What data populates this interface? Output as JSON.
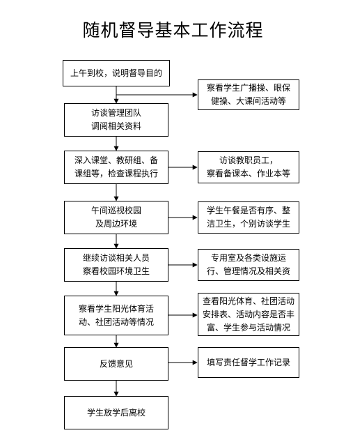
{
  "title": "随机督导基本工作流程",
  "main_steps": [
    {
      "lines": [
        "上午到校，说明督导目的"
      ]
    },
    {
      "lines": [
        "访谈管理团队",
        "调阅相关资料"
      ]
    },
    {
      "lines": [
        "深入课堂、教研组、备",
        "课组等，检查课程执行"
      ]
    },
    {
      "lines": [
        "午间巡视校园",
        "及周边环境"
      ]
    },
    {
      "lines": [
        "继续访谈相关人员",
        "察看校园环境卫生"
      ]
    },
    {
      "lines": [
        "察看学生阳光体育活",
        "动、社团活动等情况"
      ]
    },
    {
      "lines": [
        "反馈意见"
      ]
    },
    {
      "lines": [
        "学生放学后离校"
      ]
    }
  ],
  "side_notes": [
    {
      "lines": [
        "察看学生广播操、眼保",
        "健操、大课间活动等"
      ]
    },
    {
      "lines": [
        "访谈教职员工，",
        "察看备课本、作业本等"
      ]
    },
    {
      "lines": [
        "学生午餐是否有序、整",
        "洁卫生，个别访谈学生"
      ]
    },
    {
      "lines": [
        "专用室及各类设施运",
        "行、管理情况及相关资"
      ]
    },
    {
      "lines": [
        "查看阳光体育、社团活动",
        "安排表、活动内容是否丰",
        "富、学生参与活动情况"
      ]
    },
    {
      "lines": [
        "填写责任督学工作记录"
      ]
    }
  ]
}
